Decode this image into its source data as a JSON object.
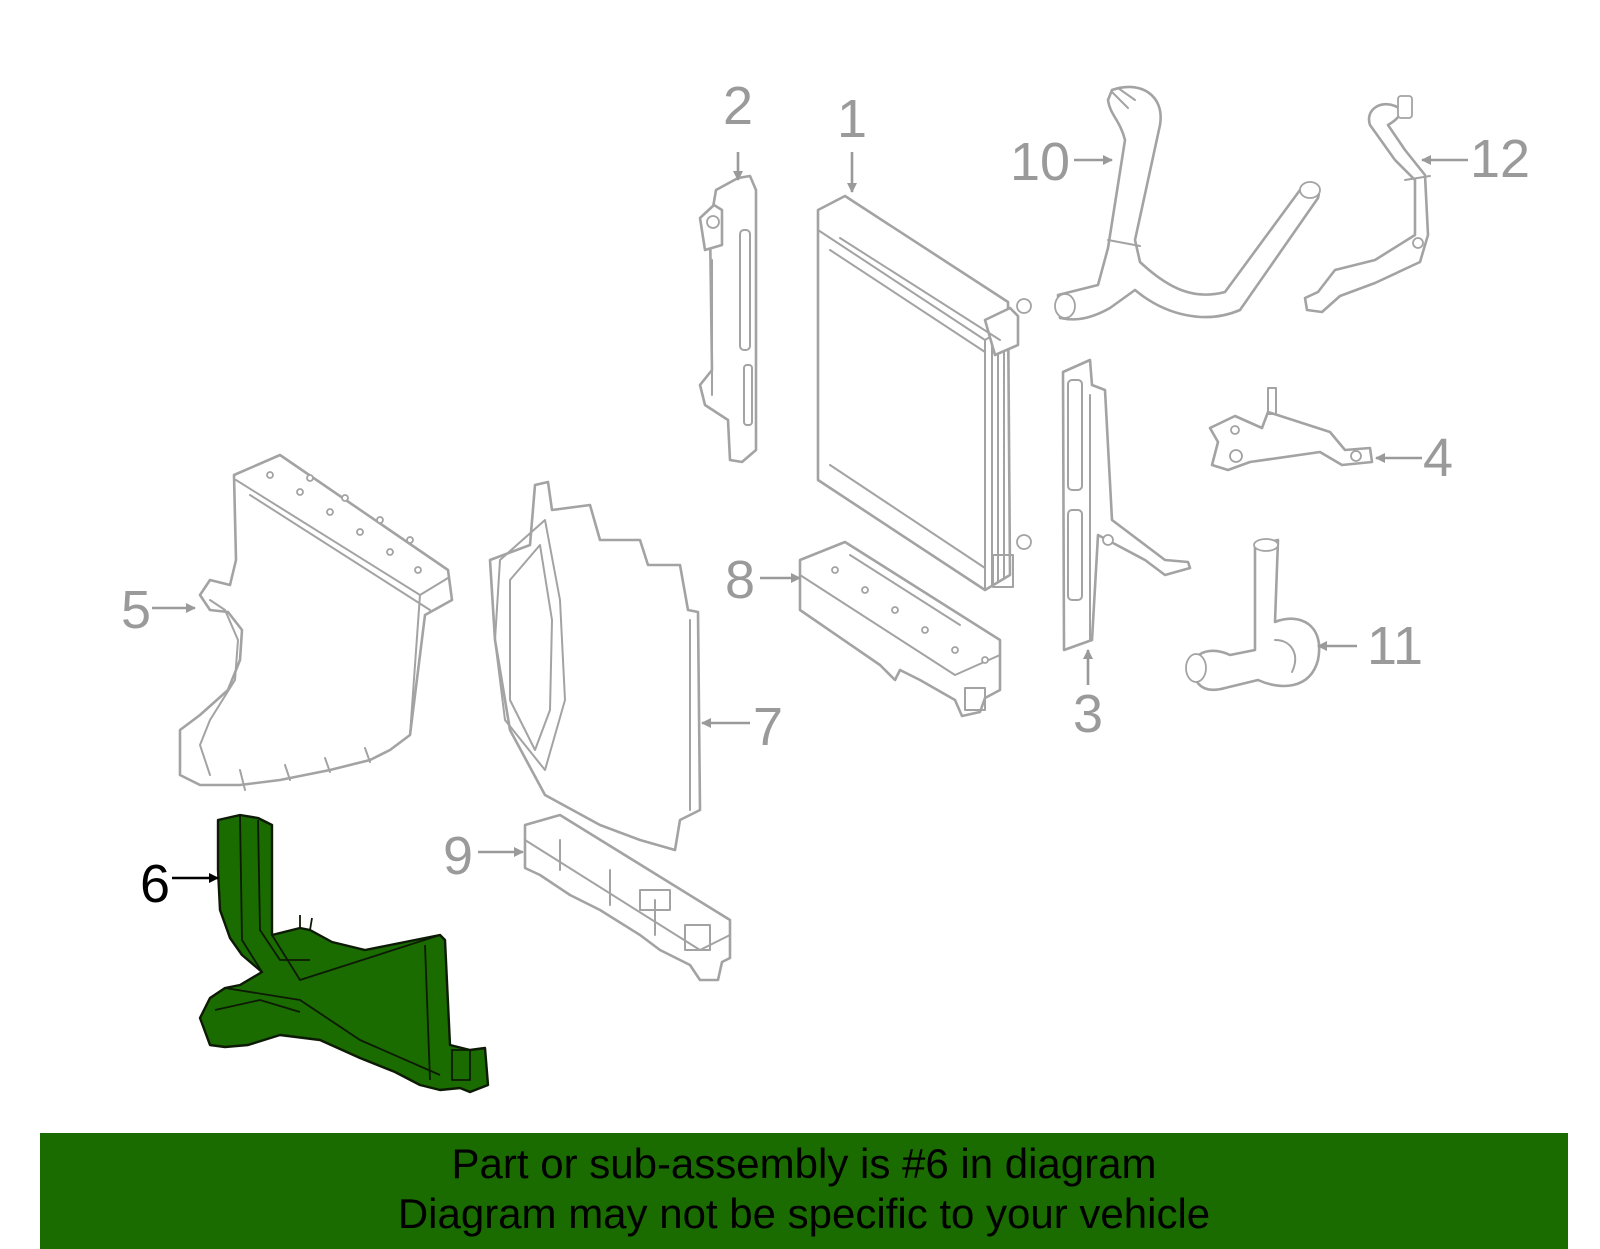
{
  "callouts": {
    "c1": "1",
    "c2": "2",
    "c3": "3",
    "c4": "4",
    "c5": "5",
    "c6": "6",
    "c7": "7",
    "c8": "8",
    "c9": "9",
    "c10": "10",
    "c11": "11",
    "c12": "12"
  },
  "highlight_color": "#1a6b00",
  "line_color": "#a3a3a3",
  "banner": {
    "line1": "Part or sub-assembly is #6 in diagram",
    "line2": "Diagram may not be specific to your vehicle"
  }
}
